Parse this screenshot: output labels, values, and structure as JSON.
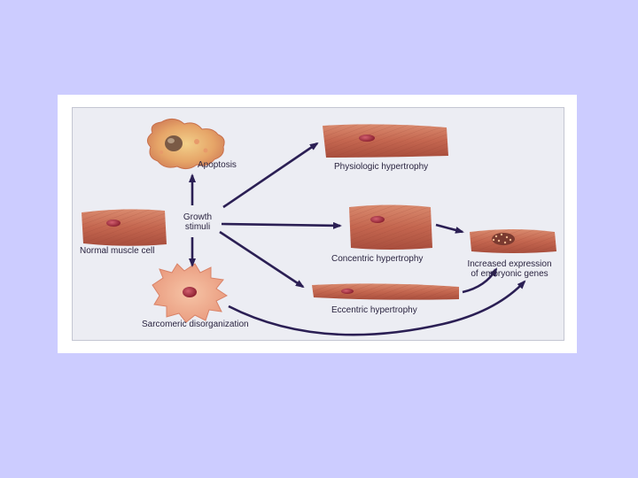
{
  "colors": {
    "background": "#ccccff",
    "figure_panel": "#ecedf3",
    "arrow": "#2b1f54",
    "muscle": "#c8735c",
    "nucleus": "#a6303e"
  },
  "labels": {
    "growth_stimuli_line1": "Growth",
    "growth_stimuli_line2": "stimuli",
    "normal_muscle_cell": "Normal muscle cell",
    "apoptosis": "Apoptosis",
    "sarcomeric_disorganization": "Sarcomeric disorganization",
    "physiologic_hypertrophy": "Physiologic hypertrophy",
    "concentric_hypertrophy": "Concentric hypertrophy",
    "eccentric_hypertrophy": "Eccentric hypertrophy",
    "increased_expression_line1": "Increased expression",
    "increased_expression_line2": "of embryonic genes"
  }
}
